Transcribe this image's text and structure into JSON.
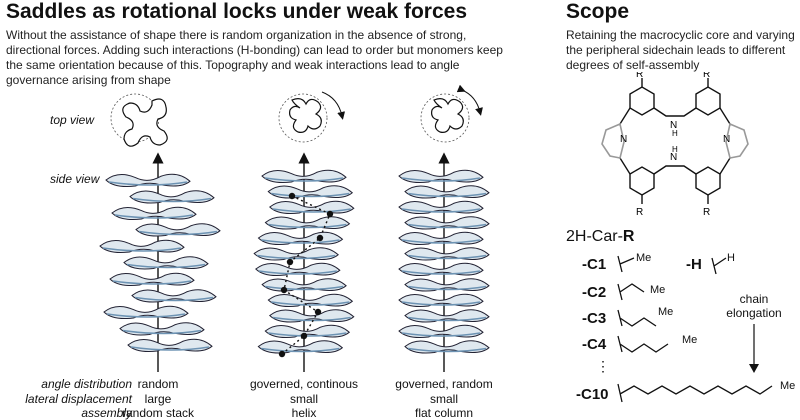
{
  "left": {
    "title": "Saddles as rotational locks under weak forces",
    "description": "Without the assistance of shape there is random organization in the absence of strong, directional forces. Adding such interactions (H-bonding) can lead to order but monomers keep the same orientation because of this. Topography and weak interactions lead to angle governance arising from shape",
    "top_view_label": "top view",
    "side_view_label": "side view",
    "row_labels": [
      "angle distribution",
      "lateral displacement",
      "assembly"
    ],
    "columns": [
      {
        "angle": "random",
        "displacement": "large",
        "assembly": "random stack"
      },
      {
        "angle": "governed, continous",
        "displacement": "small",
        "assembly": "helix"
      },
      {
        "angle": "governed, random",
        "displacement": "small",
        "assembly": "flat column"
      }
    ]
  },
  "scope": {
    "title": "Scope",
    "description": "Retaining the macrocyclic core and varying the peripheral sidechain leads to different degrees of self-assembly",
    "molecule": {
      "r_label": "R",
      "nh_label": "H",
      "n_label": "N"
    },
    "series_prefix": "2H-Car-",
    "series_bold": "R",
    "chains": [
      {
        "label": "-C1",
        "end": "Me"
      },
      {
        "label": "-H",
        "end": "H"
      },
      {
        "label": "-C2",
        "end": "Me"
      },
      {
        "label": "-C3",
        "end": "Me"
      },
      {
        "label": "-C4",
        "end": "Me"
      },
      {
        "label": "-C10",
        "end": "Me"
      }
    ],
    "ellipsis": "⋮",
    "elongation_label": "chain elongation"
  }
}
